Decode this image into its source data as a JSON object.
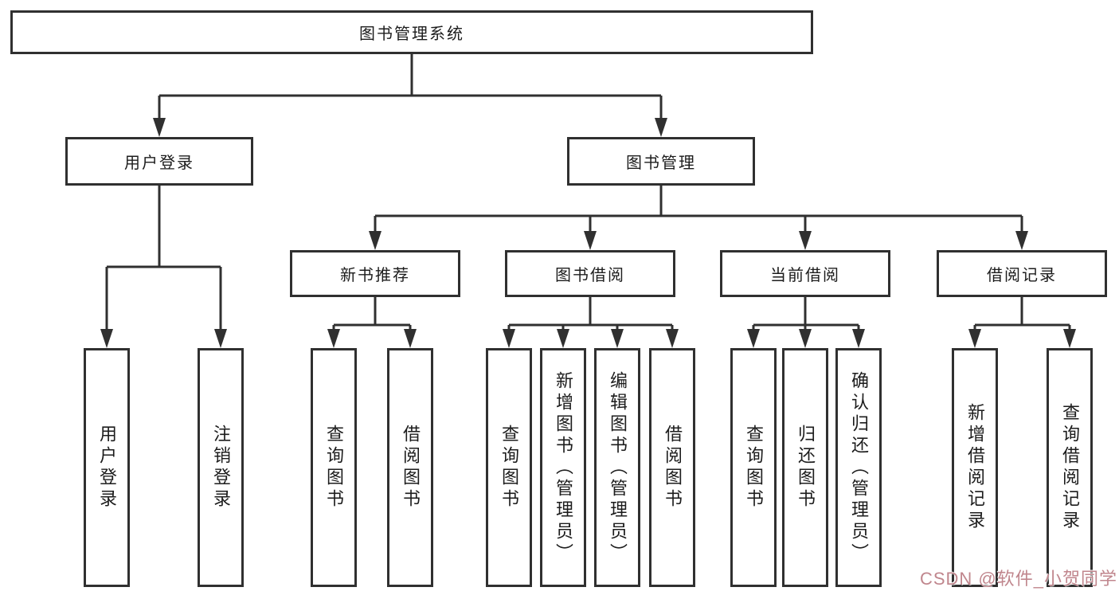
{
  "colors": {
    "line": "#303030",
    "box_border": "#303030",
    "box_bg": "#ffffff",
    "text": "#1c1c1c",
    "watermark": "#c0868d",
    "canvas_bg": "#ffffff"
  },
  "tree": {
    "root": {
      "label": "图书管理系统"
    },
    "branches": [
      {
        "label": "用户登录",
        "leaves": [
          {
            "label": "用户登录"
          },
          {
            "label": "注销登录"
          }
        ]
      },
      {
        "label": "图书管理",
        "sections": [
          {
            "label": "新书推荐",
            "leaves": [
              {
                "label": "查询图书"
              },
              {
                "label": "借阅图书"
              }
            ]
          },
          {
            "label": "图书借阅",
            "leaves": [
              {
                "label": "查询图书"
              },
              {
                "label": "新增图书（管理员）"
              },
              {
                "label": "编辑图书（管理员）"
              },
              {
                "label": "借阅图书"
              }
            ]
          },
          {
            "label": "当前借阅",
            "leaves": [
              {
                "label": "查询图书"
              },
              {
                "label": "归还图书"
              },
              {
                "label": "确认归还（管理员）"
              }
            ]
          },
          {
            "label": "借阅记录",
            "leaves": [
              {
                "label": "新增借阅记录"
              },
              {
                "label": "查询借阅记录"
              }
            ]
          }
        ]
      }
    ]
  },
  "watermark": {
    "text": "CSDN @软件_小贺同学"
  }
}
